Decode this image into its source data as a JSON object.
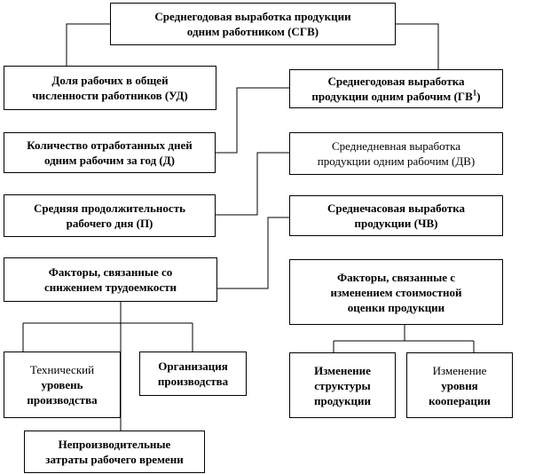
{
  "nodes": {
    "sgv": {
      "line1": "Среднегодовая выработка продукции",
      "line2": "одним работником (СГВ)"
    },
    "ud": {
      "line1": "Доля рабочих в общей",
      "line2": "численности работников (УД)"
    },
    "gv1": {
      "line1": "Среднегодовая выработка",
      "line2": "продукции одним рабочим (ГВ",
      "sup": "1",
      "close": ")"
    },
    "d": {
      "line1": "Количество отработанных дней",
      "line2": "одним рабочим за год (Д)"
    },
    "dv": {
      "line1": "Среднедневная выработка",
      "line2": "продукции одним рабочим (ДВ)"
    },
    "p": {
      "line1": "Средняя продолжительность",
      "line2": "рабочего дня (П)"
    },
    "chv": {
      "line1": "Среднечасовая выработка",
      "line2": "продукции (ЧВ)"
    },
    "labor": {
      "line1": "Факторы, связанные со",
      "line2": "снижением трудоемкости"
    },
    "cost": {
      "line1": "Факторы, связанные с",
      "line2": "изменением стоимостной",
      "line3": "оценки продукции"
    },
    "tech": {
      "line1": "Технический",
      "line2": "уровень",
      "line3": "производства"
    },
    "org": {
      "line1": "Организация",
      "line2": "производства"
    },
    "waste": {
      "line1": "Непроизводительные",
      "line2": "затраты рабочего времени"
    },
    "struct": {
      "line1": "Изменение",
      "line2": "структуры",
      "line3": "продукции"
    },
    "coop": {
      "line1": "Изменение",
      "line2": "уровня",
      "line3": "кооперации"
    }
  }
}
